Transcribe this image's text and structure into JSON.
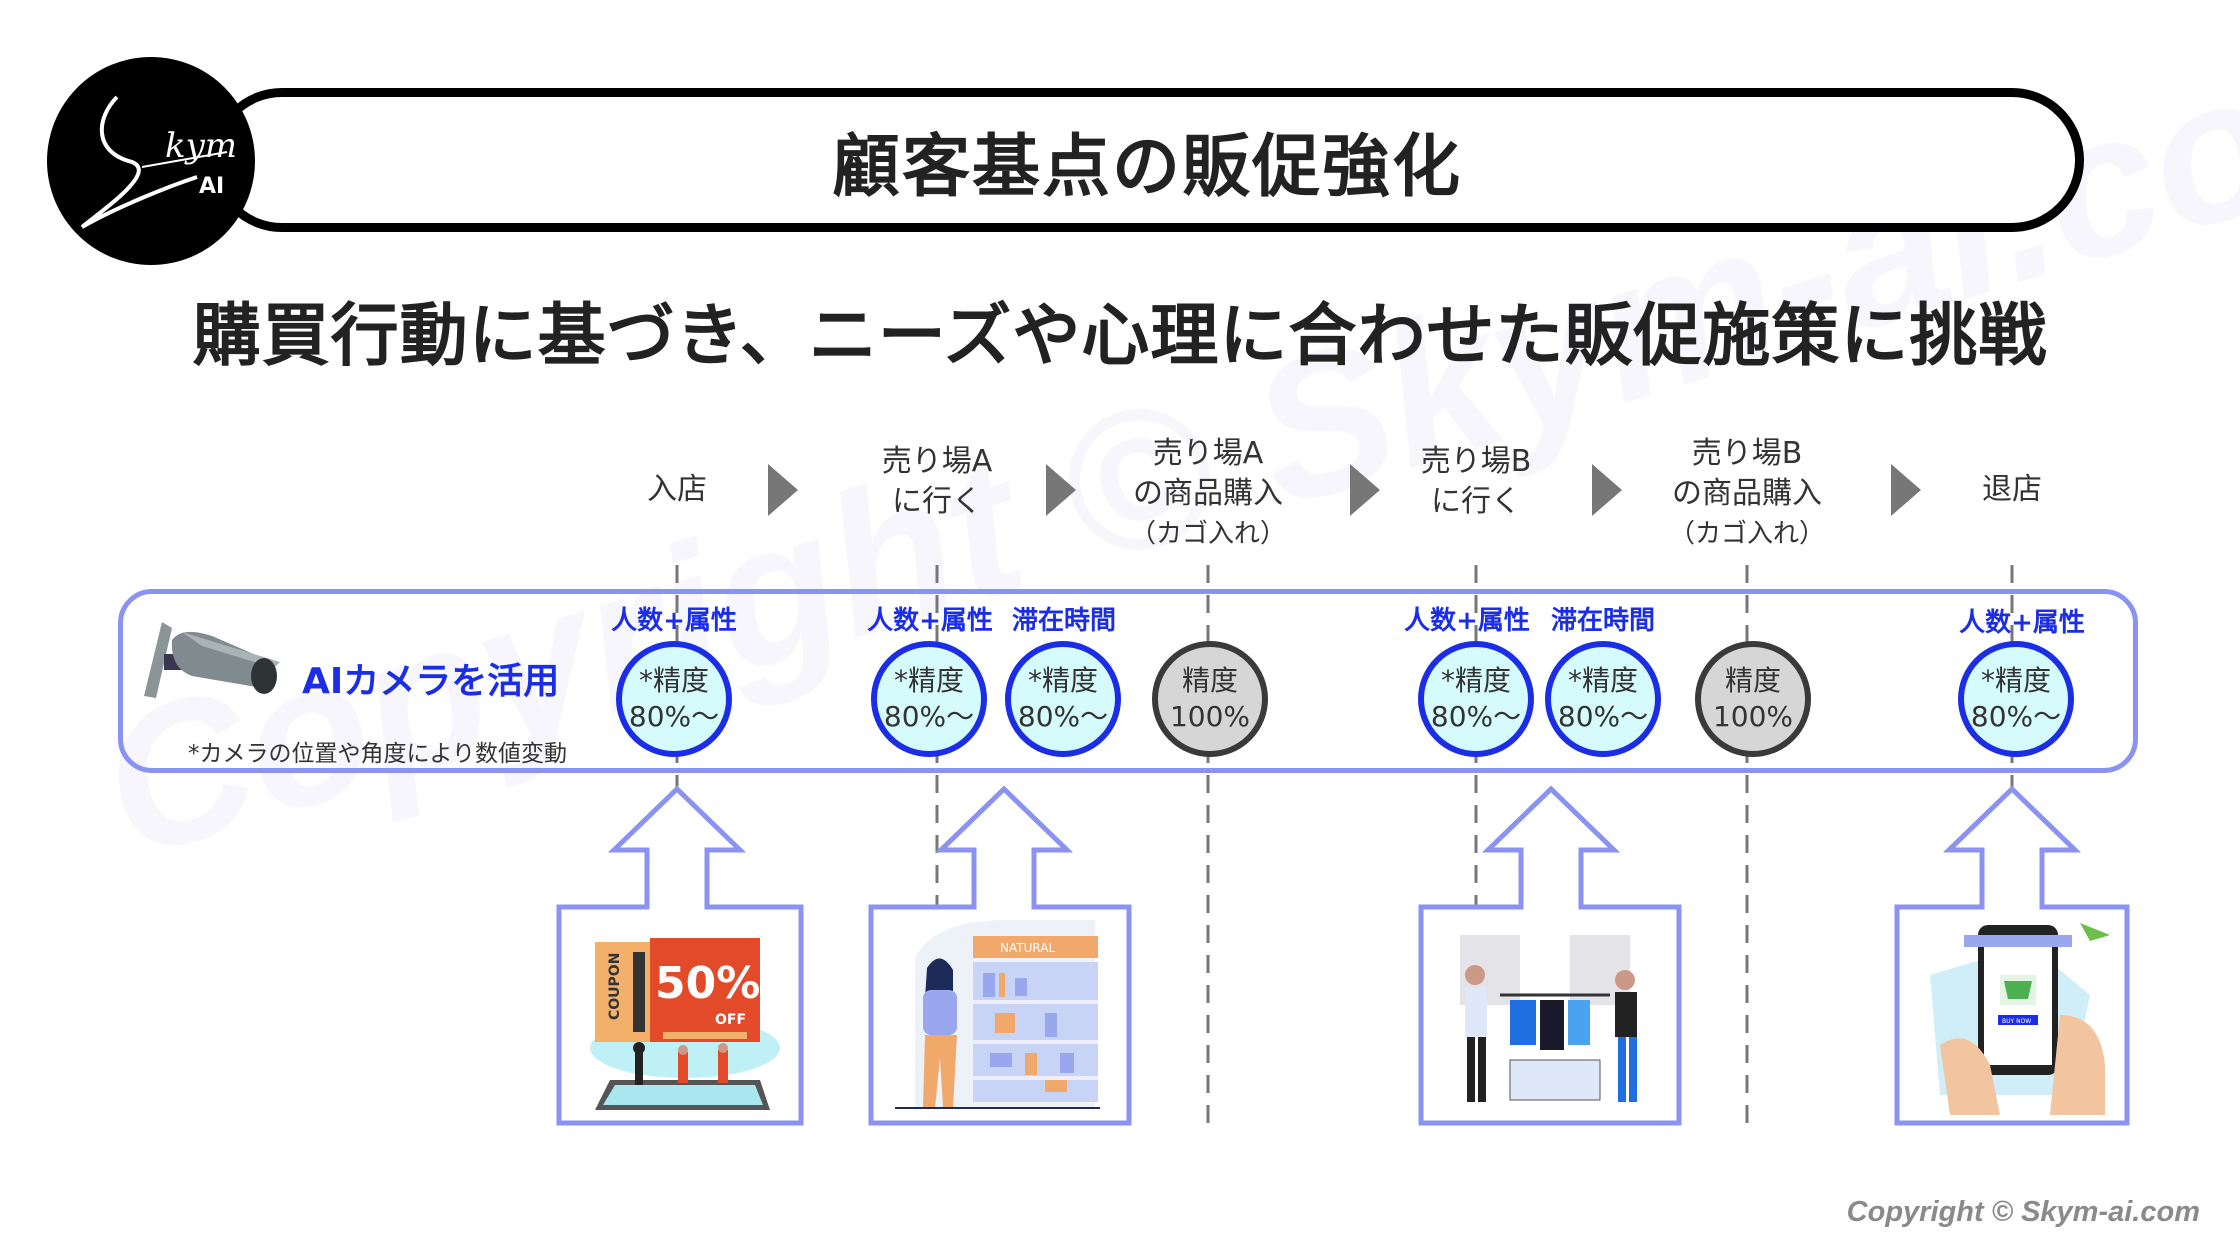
{
  "logo": {
    "script": "Skym",
    "sub": "AI"
  },
  "title": "顧客基点の販促強化",
  "subtitle": "購買行動に基づき、ニーズや心理に合わせた販促施策に挑戦",
  "steps": [
    {
      "lines": [
        "入店"
      ]
    },
    {
      "lines": [
        "売り場A",
        "に行く"
      ]
    },
    {
      "lines": [
        "売り場A",
        "の商品購入",
        "（カゴ入れ）"
      ]
    },
    {
      "lines": [
        "売り場B",
        "に行く"
      ]
    },
    {
      "lines": [
        "売り場B",
        "の商品購入",
        "（カゴ入れ）"
      ]
    },
    {
      "lines": [
        "退店"
      ]
    }
  ],
  "camera": {
    "label": "AIカメラを活用",
    "note": "*カメラの位置や角度により数値変動",
    "icon": "security-camera-icon"
  },
  "metrics": {
    "people": "人数+属性",
    "dwell": "滞在時間"
  },
  "accuracy": {
    "estimated": {
      "line1": "*精度",
      "line2": "80%～"
    },
    "exact": {
      "line1": "精度",
      "line2": "100%"
    }
  },
  "illustrations": {
    "coupon": {
      "label": "COUPON",
      "big": "50%",
      "off": "OFF"
    },
    "shelf": {
      "label": "NATURAL"
    },
    "boutique": {},
    "mobile": {
      "button": "BUY NOW"
    }
  },
  "colors": {
    "accent_blue": "#1b2ee6",
    "outline": "#8a93f2",
    "circle_fill": "#d6fbfd",
    "gray_fill": "#d6d6d6"
  },
  "watermark": "Copyright © Skym-ai.com",
  "copyright": "Copyright © Skym-ai.com"
}
